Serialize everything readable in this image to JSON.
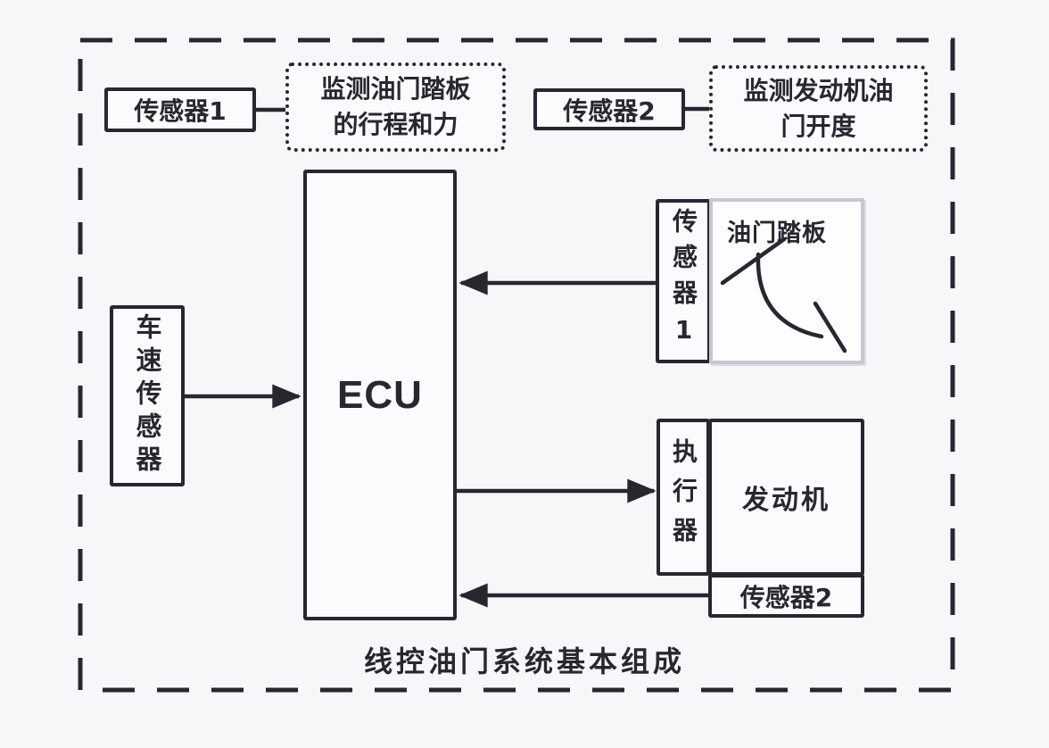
{
  "colors": {
    "ink": "#29262f",
    "background": "#f7f7fa",
    "pedal_frame_grey": "#c7c7cf"
  },
  "caption": "线控油门系统基本组成",
  "legend_top": {
    "sensor1_label": "传感器1",
    "sensor1_note_line1": "监测油门踏板",
    "sensor1_note_line2": "的行程和力",
    "sensor2_label": "传感器2",
    "sensor2_note_line1": "监测发动机油",
    "sensor2_note_line2": "门开度"
  },
  "ecu_label": "ECU",
  "speed_sensor_label": "车速传感器",
  "pedal_unit": {
    "sensor_label": "传感器1",
    "pedal_label": "油门踏板"
  },
  "engine_unit": {
    "actuator_label": "执行器",
    "engine_label": "发动机",
    "sensor_label": "传感器2"
  }
}
